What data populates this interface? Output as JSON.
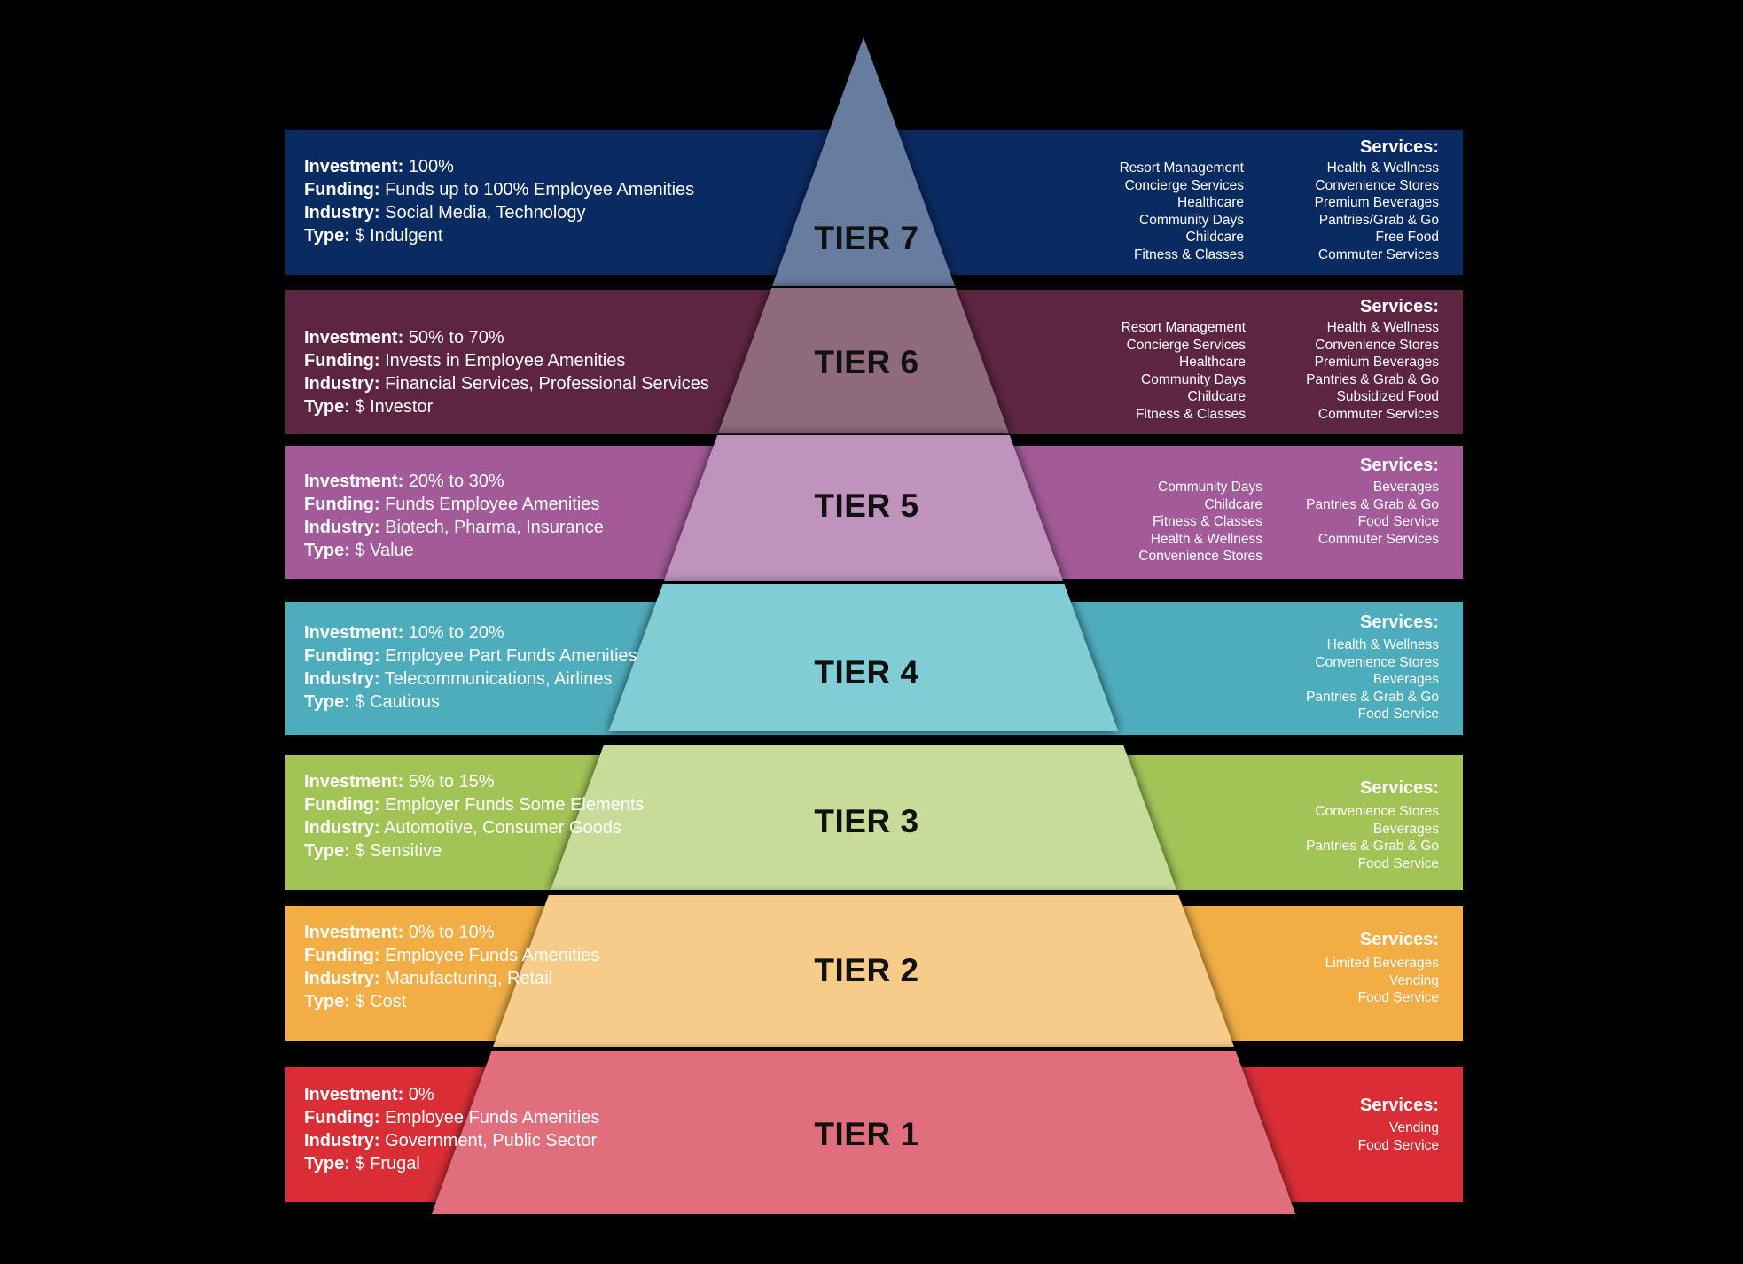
{
  "labels": {
    "investment": "Investment:",
    "funding": "Funding:",
    "industry": "Industry:",
    "type": "Type:",
    "services": "Services:"
  },
  "tiers": [
    {
      "name": "TIER 7",
      "investment": "100%",
      "funding": "Funds up to 100% Employee Amenities",
      "industry": "Social Media, Technology",
      "type": "$ Indulgent",
      "services_left": [
        "Resort Management",
        "Concierge Services",
        "Healthcare",
        "Community Days",
        "Childcare",
        "Fitness & Classes"
      ],
      "services_right": [
        "Health & Wellness",
        "Convenience Stores",
        "Premium Beverages",
        "Pantries/Grab & Go",
        "Free Food",
        "Commuter Services"
      ],
      "band_color": "#0a2a62",
      "pyramid_color": "#667da0"
    },
    {
      "name": "TIER 6",
      "investment": "50% to 70%",
      "funding": "Invests in Employee Amenities",
      "industry": "Financial Services, Professional Services",
      "type": "$ Investor",
      "services_left": [
        "Resort Management",
        "Concierge Services",
        "Healthcare",
        "Community Days",
        "Childcare",
        "Fitness & Classes"
      ],
      "services_right": [
        "Health & Wellness",
        "Convenience Stores",
        "Premium Beverages",
        "Pantries & Grab & Go",
        "Subsidized Food",
        "Commuter Services"
      ],
      "band_color": "#5e2542",
      "pyramid_color": "#8e6a7c"
    },
    {
      "name": "TIER 5",
      "investment": "20% to 30%",
      "funding": "Funds Employee Amenities",
      "industry": "Biotech, Pharma, Insurance",
      "type": "$ Value",
      "services_left": [
        "Community Days",
        "Childcare",
        "Fitness & Classes",
        "Health & Wellness",
        "Convenience Stores"
      ],
      "services_right": [
        "Beverages",
        "Pantries & Grab & Go",
        "Food Service",
        "Commuter Services"
      ],
      "band_color": "#a25a98",
      "pyramid_color": "#c093bc"
    },
    {
      "name": "TIER 4",
      "investment": "10% to 20%",
      "funding": "Employee Part Funds Amenities",
      "industry": "Telecommunications, Airlines",
      "type": "$ Cautious",
      "services_left": [],
      "services_right": [
        "Health & Wellness",
        "Convenience Stores",
        "Beverages",
        "Pantries & Grab & Go",
        "Food Service"
      ],
      "band_color": "#4eadbd",
      "pyramid_color": "#80cdd6"
    },
    {
      "name": "TIER 3",
      "investment": "5% to 15%",
      "funding": "Employer Funds Some Elements",
      "industry": "Automotive, Consumer Goods",
      "type": "$ Sensitive",
      "services_left": [],
      "services_right": [
        "Convenience Stores",
        "Beverages",
        "Pantries & Grab & Go",
        "Food Service"
      ],
      "band_color": "#a2c457",
      "pyramid_color": "#c6dc98"
    },
    {
      "name": "TIER 2",
      "investment": "0% to 10%",
      "funding": "Employee Funds Amenities",
      "industry": "Manufacturing, Retail",
      "type": "$ Cost",
      "services_left": [],
      "services_right": [
        "Limited Beverages",
        "Vending",
        "Food Service"
      ],
      "band_color": "#f2ae45",
      "pyramid_color": "#f7cc88"
    },
    {
      "name": "TIER 1",
      "investment": "0%",
      "funding": "Employee Funds Amenities",
      "industry": "Government, Public Sector",
      "type": "$ Frugal",
      "services_left": [],
      "services_right": [
        "Vending",
        "Food Service"
      ],
      "band_color": "#da2e37",
      "pyramid_color": "#e16e7d"
    }
  ]
}
